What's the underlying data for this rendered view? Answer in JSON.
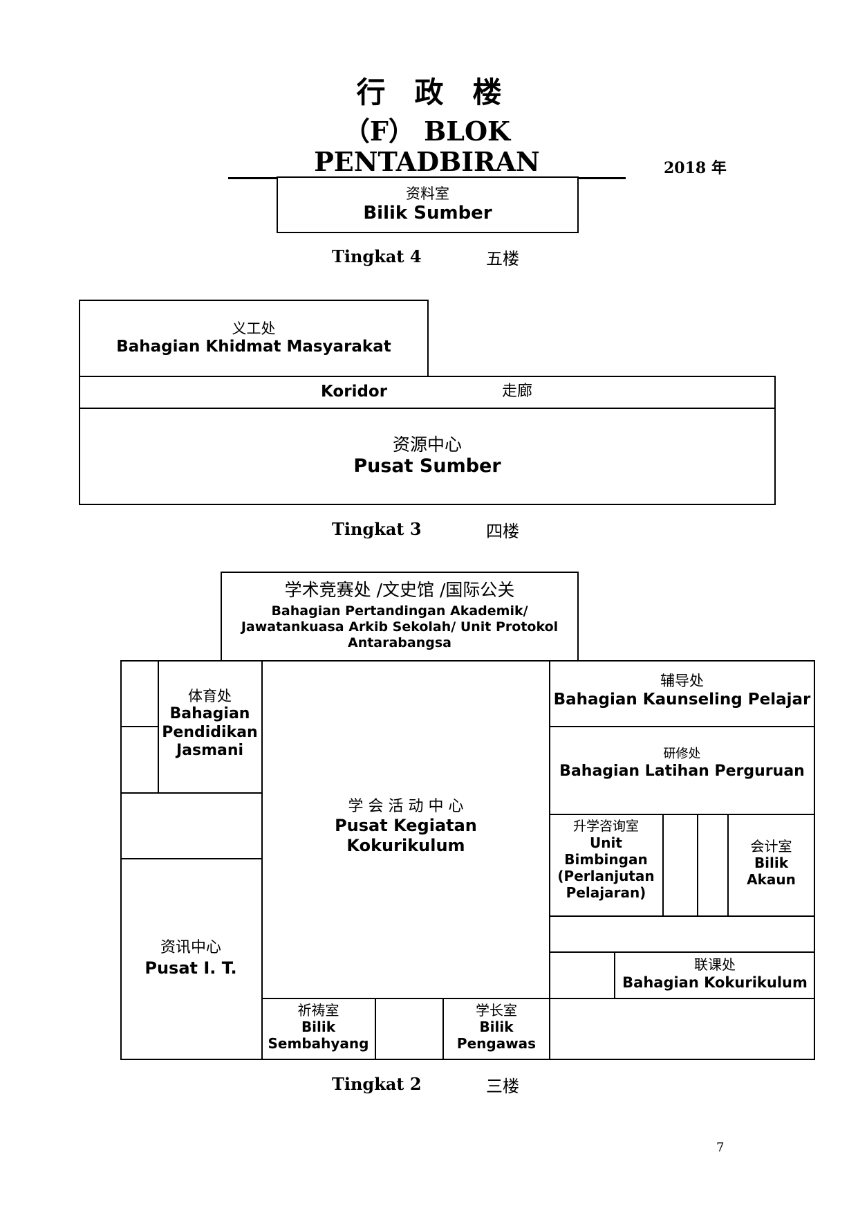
{
  "header": {
    "title_cn": "行　政　楼",
    "title_en": "（F） BLOK  PENTADBIRAN",
    "year": "2018 年"
  },
  "floor4": {
    "room": {
      "cn": "资料室",
      "en": "Bilik Sumber"
    },
    "label_en": "Tingkat 4",
    "label_cn": "五楼"
  },
  "floor3": {
    "khidmat": {
      "cn": "义工处",
      "en": "Bahagian Khidmat Masyarakat"
    },
    "corridor": {
      "en": "Koridor",
      "cn": "走廊"
    },
    "pusat_sumber": {
      "cn": "资源中心",
      "en": "Pusat Sumber"
    },
    "label_en": "Tingkat 3",
    "label_cn": "四楼"
  },
  "floor2": {
    "akademik": {
      "cn": "学术竞赛处 /文史馆 /国际公关",
      "en1": "Bahagian Pertandingan Akademik/",
      "en2": "Jawatankuasa Arkib Sekolah/ Unit Protokol",
      "en3": "Antarabangsa"
    },
    "jasmani": {
      "cn": "体育处",
      "en1": "Bahagian",
      "en2": "Pendidikan",
      "en3": "Jasmani"
    },
    "kokurikulum_center": {
      "cn": "学 会 活 动 中 心",
      "en1": "Pusat Kegiatan",
      "en2": "Kokurikulum"
    },
    "kaunseling": {
      "cn": "辅导处",
      "en": "Bahagian Kaunseling Pelajar"
    },
    "latihan": {
      "cn": "研修处",
      "en": "Bahagian Latihan Perguruan"
    },
    "bimbingan": {
      "cn": "升学咨询室",
      "en1": "Unit",
      "en2": "Bimbingan",
      "en3": "(Perlanjutan",
      "en4": "Pelajaran)"
    },
    "akaun": {
      "cn": "会计室",
      "en1": "Bilik",
      "en2": "Akaun"
    },
    "it": {
      "cn": "资讯中心",
      "en": "Pusat I. T."
    },
    "kokurikulum_dept": {
      "cn": "联课处",
      "en": "Bahagian Kokurikulum"
    },
    "sembahyang": {
      "cn": "祈祷室",
      "en1": "Bilik",
      "en2": "Sembahyang"
    },
    "pengawas": {
      "cn": "学长室",
      "en1": "Bilik",
      "en2": "Pengawas"
    },
    "label_en": "Tingkat 2",
    "label_cn": "三楼"
  },
  "page_number": "7"
}
